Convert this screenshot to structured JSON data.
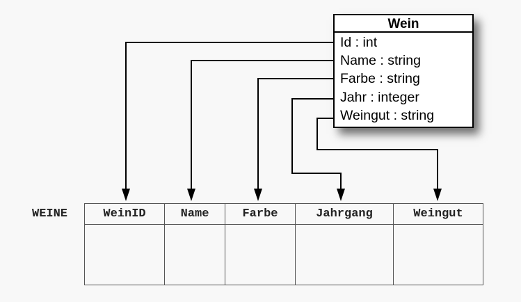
{
  "uml_class": {
    "name": "Wein",
    "attributes": [
      "Id : int",
      "Name : string",
      "Farbe : string",
      "Jahr : integer",
      "Weingut : string"
    ]
  },
  "db_table": {
    "name": "WEINE",
    "columns": [
      "WeinID",
      "Name",
      "Farbe",
      "Jahrgang",
      "Weingut"
    ]
  },
  "mappings": [
    {
      "from": "Id : int",
      "to": "WeinID"
    },
    {
      "from": "Name : string",
      "to": "Name"
    },
    {
      "from": "Farbe : string",
      "to": "Farbe"
    },
    {
      "from": "Jahr : integer",
      "to": "Jahrgang"
    },
    {
      "from": "Weingut : string",
      "to": "Weingut"
    }
  ]
}
